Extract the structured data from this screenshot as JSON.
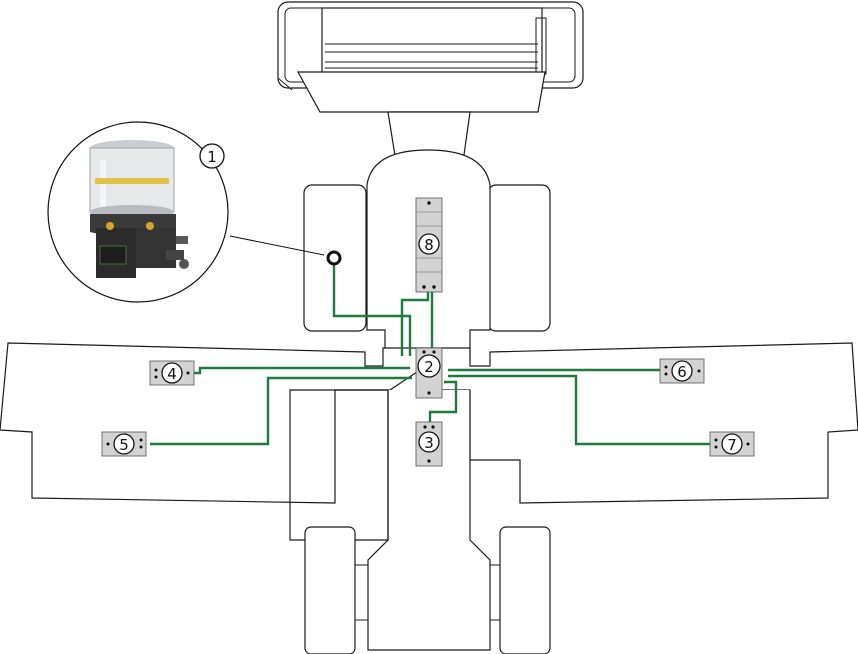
{
  "diagram": {
    "labels": {
      "pump": "1",
      "main_distributor": "2",
      "distributor_rear": "3",
      "distributor_left_front": "4",
      "distributor_left_rear": "5",
      "distributor_right_front": "6",
      "distributor_right_rear": "7",
      "distributor_front": "8"
    },
    "colors": {
      "line": "#1f7a3e",
      "block": "#d3d3d3",
      "outline": "#1a1a1a"
    },
    "icons": {
      "pump": "lubrication-pump-photo"
    }
  }
}
